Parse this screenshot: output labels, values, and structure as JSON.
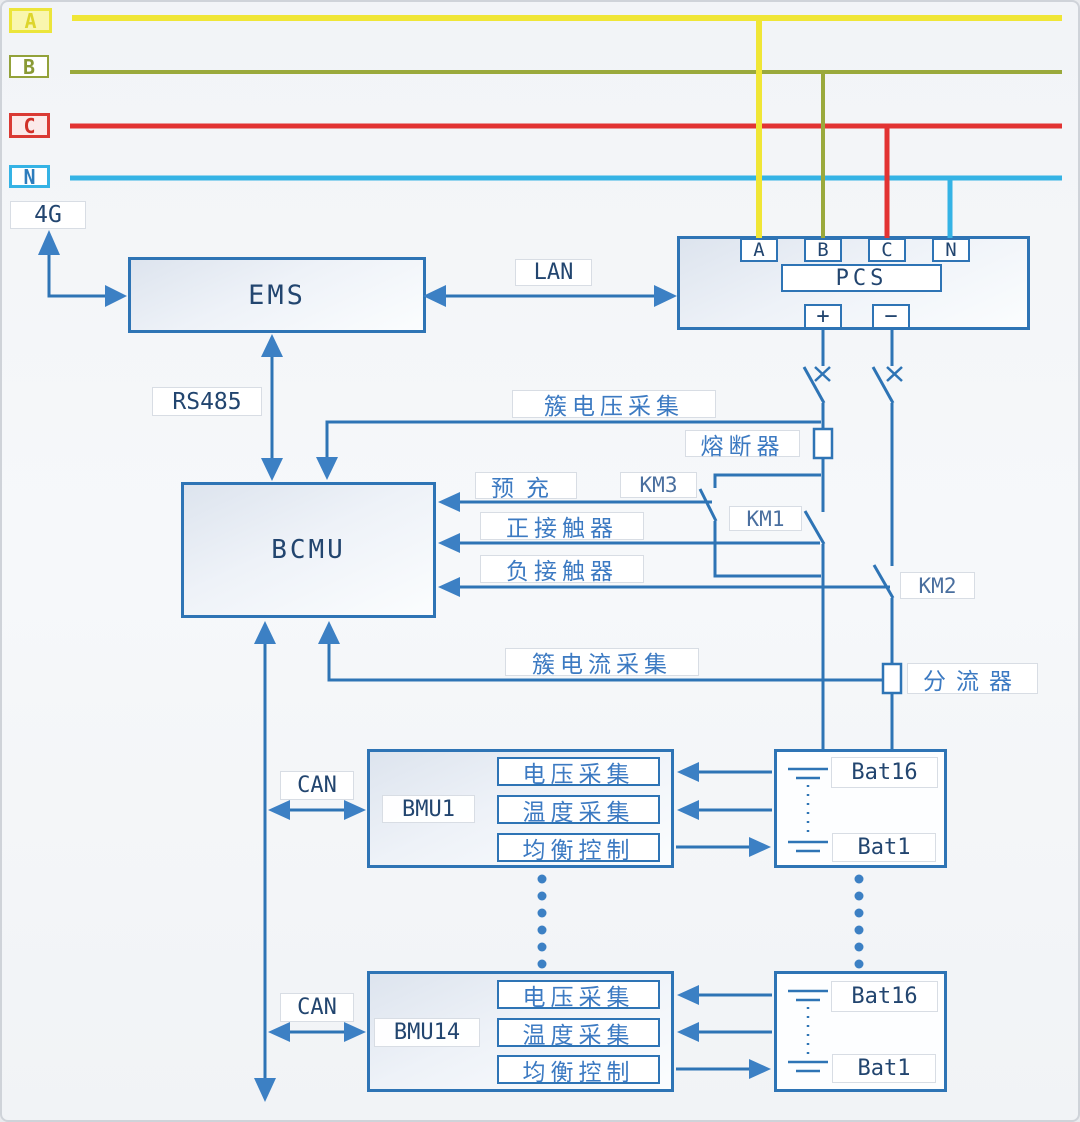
{
  "colors": {
    "line-blue": "#2e74b5",
    "arrow-blue": "#3c80c4",
    "phase-a": "#f0e636",
    "phase-b": "#9aa93c",
    "phase-c": "#e23333",
    "phase-n": "#35b3e5",
    "text-navy": "#22456f",
    "label-blue": "#3c7ac2",
    "background": "#f2f4f7"
  },
  "phase_legend": {
    "a": "A",
    "b": "B",
    "c": "C",
    "n": "N"
  },
  "modem_label": "4G",
  "devices": {
    "ems": "EMS",
    "pcs": "PCS",
    "bcmu": "BCMU",
    "bmu1": "BMU1",
    "bmu14": "BMU14"
  },
  "buses": {
    "lan": "LAN",
    "rs485": "RS485",
    "can": "CAN"
  },
  "pcs_terminals": {
    "a": "A",
    "b": "B",
    "c": "C",
    "n": "N",
    "plus": "+",
    "minus": "−"
  },
  "labels": {
    "cluster_voltage": "簇电压采集",
    "fuse": "熔断器",
    "precharge": "预充",
    "km3": "KM3",
    "positive_contactor": "正接触器",
    "km1": "KM1",
    "negative_contactor": "负接触器",
    "km2": "KM2",
    "cluster_current": "簇电流采集",
    "shunt": "分流器"
  },
  "bmu_functions": {
    "voltage": "电压采集",
    "temperature": "温度采集",
    "balance": "均衡控制"
  },
  "battery_labels": {
    "top": "Bat16",
    "bottom": "Bat1"
  }
}
